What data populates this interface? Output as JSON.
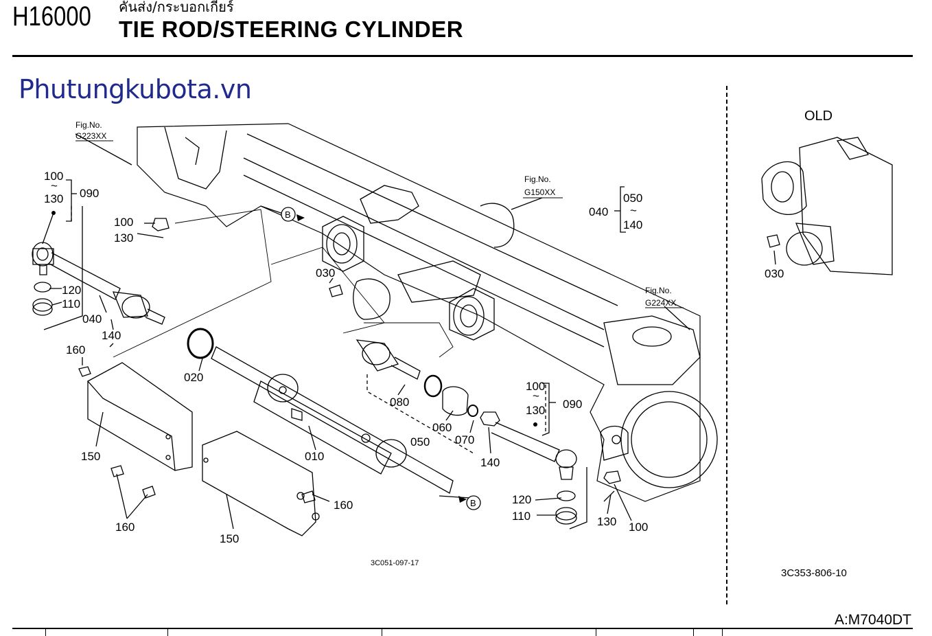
{
  "header": {
    "code": "H16000",
    "thai_title": "คันส่ง/กระบอกเกียร์",
    "title": "TIE ROD/STEERING CYLINDER"
  },
  "watermark": "Phutungkubota.vn",
  "old_label": "OLD",
  "figure_refs": [
    {
      "prefix": "Fig.No.",
      "code": "G223XX"
    },
    {
      "prefix": "Fig.No.",
      "code": "G150XX"
    },
    {
      "prefix": "Fig.No.",
      "code": "G224XX"
    }
  ],
  "diagram_codes": {
    "main": "3C051-097-17",
    "old": "3C353-806-10"
  },
  "footer_code": "A:M7040DT",
  "callouts": {
    "c010": "010",
    "c020": "020",
    "c030": "030",
    "c030_old": "030",
    "c040": "040",
    "c050": "050",
    "c060": "060",
    "c070": "070",
    "c080": "080",
    "c090": "090",
    "c100": "100",
    "c110": "110",
    "c120": "120",
    "c130": "130",
    "c140": "140",
    "c150": "150",
    "c160": "160",
    "tilde": "~",
    "b": "B"
  }
}
